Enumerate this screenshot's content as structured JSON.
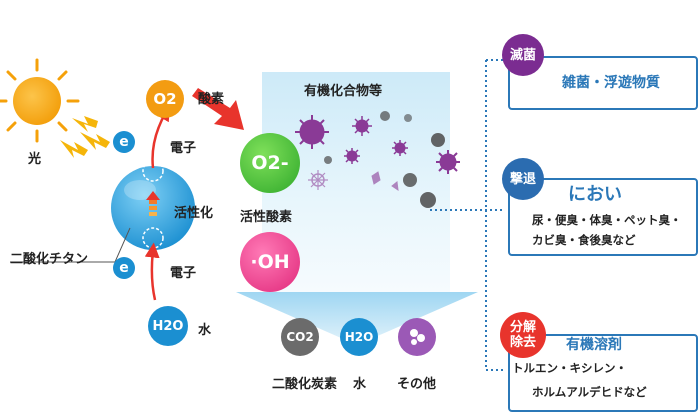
{
  "left": {
    "light_label": "光",
    "electron_glyph": "e",
    "electron_top_label": "電子",
    "electron_bottom_label": "電子",
    "oxygen_formula": "O2",
    "oxygen_label": "酸素",
    "activation_label": "活性化",
    "titanium_label": "二酸化チタン",
    "water_formula": "H2O",
    "water_label": "水"
  },
  "middle": {
    "header": "有機化合物等",
    "superoxide_formula": "O2-",
    "active_oxygen_label": "活性酸素",
    "hydroxyl_formula": "·OH"
  },
  "products": [
    {
      "formula": "CO2",
      "label": "二酸化炭素"
    },
    {
      "formula": "H2O",
      "label": "水"
    },
    {
      "formula": "",
      "label": "その他"
    }
  ],
  "effects": [
    {
      "tag": "滅菌",
      "title": "雑菌・浮遊物質",
      "desc": [],
      "color": "#7b2c91"
    },
    {
      "tag": "撃退",
      "title": "におい",
      "desc": [
        "尿・便臭・体臭・ペット臭・",
        "カビ臭・食後臭など"
      ],
      "color": "#2b6cb0"
    },
    {
      "tag": "分解除去",
      "title": "有機溶剤",
      "desc": [
        "トルエン・キシレン・",
        "ホルムアルデヒドなど"
      ],
      "color": "#e8342c"
    }
  ],
  "colors": {
    "accent": "#2b78b8",
    "sun": "#f5a10a",
    "arrow_red": "#e8342c",
    "virus": "#8a3a96"
  }
}
